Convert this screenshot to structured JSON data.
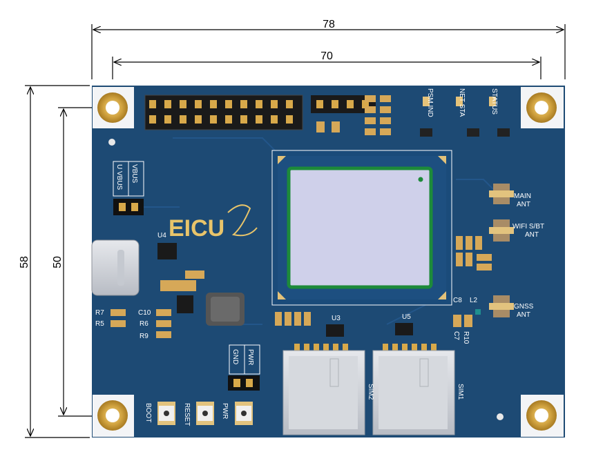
{
  "dimensions": {
    "outer_width": "78",
    "inner_width": "70",
    "outer_height": "58",
    "inner_height": "50"
  },
  "board": {
    "logo": "EICU",
    "color": "#1d4a74",
    "labels": {
      "vbus": "VBUS",
      "u_vbus": "U VBUS",
      "u4": "U4",
      "r7": "R7",
      "r5": "R5",
      "c10": "C10",
      "r6": "R6",
      "r9": "R9",
      "gnd": "GND",
      "pwr_hdr": "PWR",
      "boot": "BOOT",
      "reset": "RESET",
      "pwr_btn": "PWR",
      "u3": "U3",
      "u5": "U5",
      "sim2": "SIM2",
      "sim1": "SIM1",
      "psm_ind": "PSM IND",
      "net_sta": "NET STA",
      "status": "STATUS",
      "main_ant_1": "MAIN",
      "main_ant_2": "ANT",
      "wifi_ant_1": "WIFI S/BT",
      "wifi_ant_2": "ANT",
      "gnss_ant_1": "GNSS",
      "gnss_ant_2": "ANT",
      "c8": "C8",
      "l2": "L2",
      "c7": "C7",
      "r10": "R10"
    }
  }
}
